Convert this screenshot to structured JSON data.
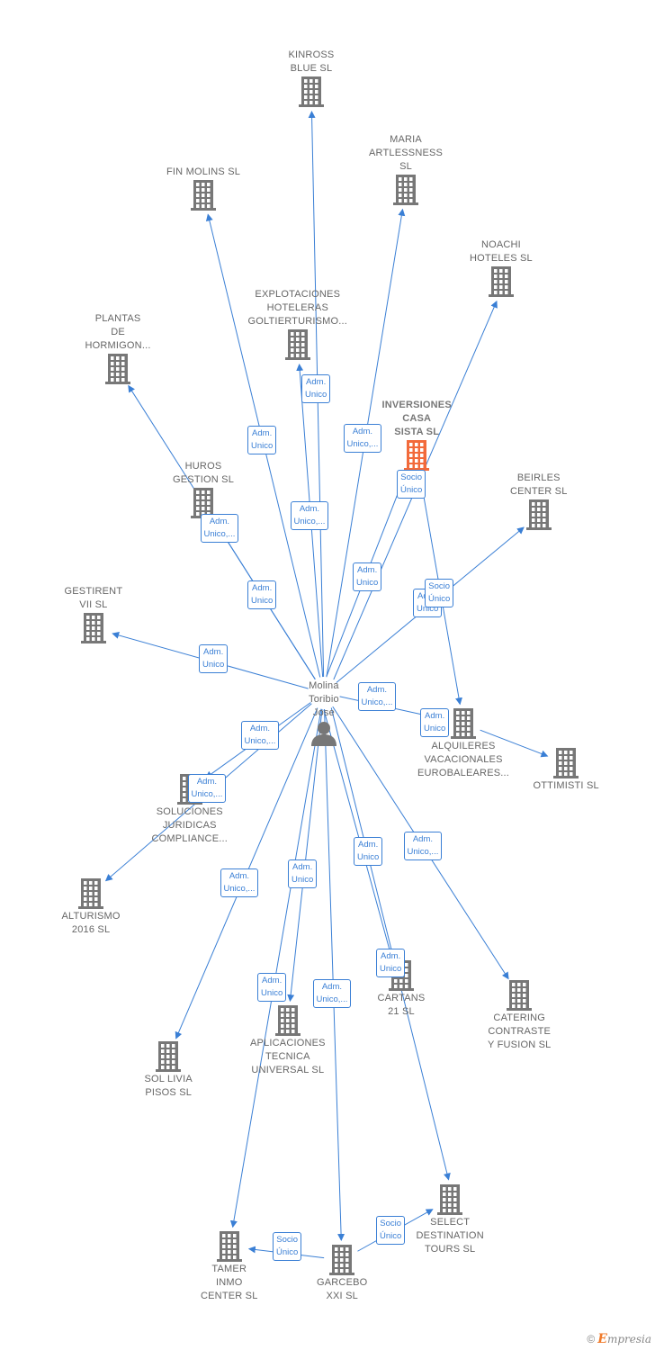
{
  "colors": {
    "edge": "#3a7fd5",
    "building": "#777777",
    "highlight": "#f26a3b",
    "person": "#777777"
  },
  "person": {
    "label": "Molina\nToribio\nJose",
    "icon": "person-icon"
  },
  "companies": [
    {
      "id": "kinross",
      "label": "KINROSS\nBLUE SL"
    },
    {
      "id": "maria",
      "label": "MARIA\nARTLESSNESS\nSL"
    },
    {
      "id": "finmolins",
      "label": "FIN MOLINS SL"
    },
    {
      "id": "noachi",
      "label": "NOACHI\nHOTELES  SL"
    },
    {
      "id": "explotaciones",
      "label": "EXPLOTACIONES\nHOTELERAS\nGOLTIERTURISMO..."
    },
    {
      "id": "plantas",
      "label": "PLANTAS\nDE\nHORMIGON..."
    },
    {
      "id": "inversiones",
      "label": "INVERSIONES\nCASA\nSISTA  SL",
      "highlight": true
    },
    {
      "id": "beirles",
      "label": "BEIRLES\nCENTER SL"
    },
    {
      "id": "huros",
      "label": "HUROS\nGESTION SL"
    },
    {
      "id": "gestirent",
      "label": "GESTIRENT\nVII SL"
    },
    {
      "id": "alquileres",
      "label": "ALQUILERES\nVACACIONALES\nEUROBALEARES..."
    },
    {
      "id": "ottimisti",
      "label": "OTTIMISTI  SL"
    },
    {
      "id": "soluciones",
      "label": "SOLUCIONES\nJURIDICAS\nCOMPLIANCE..."
    },
    {
      "id": "alturismo",
      "label": "ALTURISMO\n2016  SL"
    },
    {
      "id": "cartans",
      "label": "CARTANS\n21 SL"
    },
    {
      "id": "catering",
      "label": "CATERING\nCONTRASTE\nY FUSION  SL"
    },
    {
      "id": "aplicaciones",
      "label": "APLICACIONES\nTECNICA\nUNIVERSAL SL"
    },
    {
      "id": "sollivia",
      "label": "SOL LIVIA\nPISOS  SL"
    },
    {
      "id": "select",
      "label": "SELECT\nDESTINATION\nTOURS SL"
    },
    {
      "id": "tamer",
      "label": "TAMER\nINMO\nCENTER  SL"
    },
    {
      "id": "garcebo",
      "label": "GARCEBO\nXXI  SL"
    }
  ],
  "edges": [
    {
      "from": "person",
      "to": "kinross",
      "label": "Adm.\nUnico"
    },
    {
      "from": "person",
      "to": "maria",
      "label": "Adm.\nUnico,..."
    },
    {
      "from": "person",
      "to": "finmolins",
      "label": "Adm.\nUnico"
    },
    {
      "from": "person",
      "to": "noachi",
      "label": "Adm.\nUnico"
    },
    {
      "from": "person",
      "to": "explotaciones",
      "label": "Adm.\nUnico,..."
    },
    {
      "from": "person",
      "to": "plantas",
      "label": "Adm.\nUnico,..."
    },
    {
      "from": "person",
      "to": "inversiones",
      "label": "Socio\nÚnico"
    },
    {
      "from": "person",
      "to": "beirles",
      "label": "Adm.\nUnico"
    },
    {
      "from": "person",
      "to": "huros",
      "label": "Adm.\nUnico"
    },
    {
      "from": "person",
      "to": "gestirent",
      "label": "Adm.\nUnico"
    },
    {
      "from": "person",
      "to": "alquileres",
      "label": "Adm.\nUnico,..."
    },
    {
      "from": "alquileres",
      "to": "ottimisti",
      "label": "Adm.\nUnico"
    },
    {
      "from": "inversiones",
      "to": "alquileres",
      "label": "Socio\nÚnico"
    },
    {
      "from": "person",
      "to": "soluciones",
      "label": "Adm.\nUnico,..."
    },
    {
      "from": "person",
      "to": "alturismo",
      "label": "Adm.\nUnico,..."
    },
    {
      "from": "person",
      "to": "cartans",
      "label": "Adm.\nUnico"
    },
    {
      "from": "person",
      "to": "catering",
      "label": "Adm.\nUnico,..."
    },
    {
      "from": "person",
      "to": "aplicaciones",
      "label": "Adm.\nUnico"
    },
    {
      "from": "person",
      "to": "sollivia",
      "label": "Adm.\nUnico,..."
    },
    {
      "from": "person",
      "to": "select",
      "label": "Adm.\nUnico"
    },
    {
      "from": "person",
      "to": "tamer",
      "label": "Adm.\nUnico"
    },
    {
      "from": "person",
      "to": "garcebo",
      "label": "Adm.\nUnico,..."
    },
    {
      "from": "garcebo",
      "to": "tamer",
      "label": "Socio\nÚnico"
    },
    {
      "from": "garcebo",
      "to": "select",
      "label": "Socio\nÚnico"
    }
  ],
  "credit": {
    "copyright": "©",
    "brand_initial": "E",
    "brand_rest": "mpresia"
  }
}
